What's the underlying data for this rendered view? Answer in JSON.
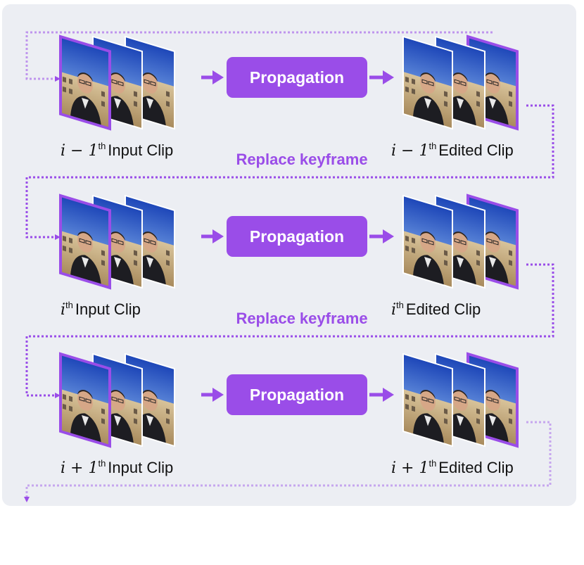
{
  "colors": {
    "accent": "#9a4de8",
    "panel": "#eceef3"
  },
  "propagation_label": "Propagation",
  "replace_label": "Replace keyframe",
  "rows": [
    {
      "input_prefix": "i − 1",
      "input_sup": "th",
      "input_suffix": "Input Clip",
      "edited_prefix": "i − 1",
      "edited_sup": "th",
      "edited_suffix": "Edited Clip"
    },
    {
      "input_prefix": "i",
      "input_sup": "th",
      "input_suffix": "Input Clip",
      "edited_prefix": "i",
      "edited_sup": "th",
      "edited_suffix": "Edited Clip"
    },
    {
      "input_prefix": "i + 1",
      "input_sup": "th",
      "input_suffix": "Input Clip",
      "edited_prefix": "i + 1",
      "edited_sup": "th",
      "edited_suffix": "Edited Clip"
    }
  ]
}
